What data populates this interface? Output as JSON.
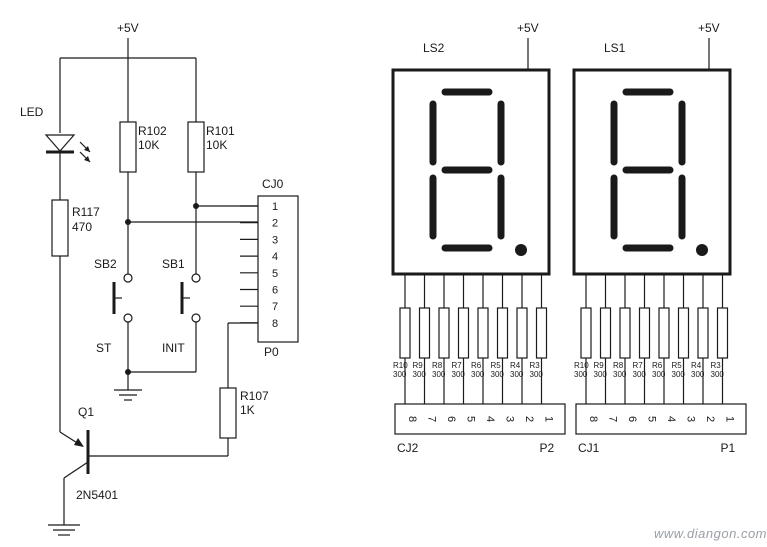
{
  "power": {
    "vcc_left": "+5V",
    "vcc_ls2": "+5V",
    "vcc_ls1": "+5V"
  },
  "left_circuit": {
    "led_label": "LED",
    "r102_name": "R102",
    "r102_value": "10K",
    "r101_name": "R101",
    "r101_value": "10K",
    "r117_name": "R117",
    "r117_value": "470",
    "r107_name": "R107",
    "r107_value": "1K",
    "sb2_label": "SB2",
    "sb2_func": "ST",
    "sb1_label": "SB1",
    "sb1_func": "INIT",
    "q1_label": "Q1",
    "q1_part": "2N5401",
    "cj0_label": "CJ0",
    "p0_label": "P0",
    "cj0_pins": [
      "1",
      "2",
      "3",
      "4",
      "5",
      "6",
      "7",
      "8"
    ]
  },
  "displays": [
    {
      "name": "LS2",
      "resistors": [
        {
          "name": "R10",
          "value": "300"
        },
        {
          "name": "R9",
          "value": "300"
        },
        {
          "name": "R8",
          "value": "300"
        },
        {
          "name": "R7",
          "value": "300"
        },
        {
          "name": "R6",
          "value": "300"
        },
        {
          "name": "R5",
          "value": "300"
        },
        {
          "name": "R4",
          "value": "300"
        },
        {
          "name": "R3",
          "value": "300"
        }
      ],
      "connector": "CJ2",
      "port": "P2",
      "pins": [
        "8",
        "7",
        "6",
        "5",
        "4",
        "3",
        "2",
        "1"
      ]
    },
    {
      "name": "LS1",
      "resistors": [
        {
          "name": "R10",
          "value": "300"
        },
        {
          "name": "R9",
          "value": "300"
        },
        {
          "name": "R8",
          "value": "300"
        },
        {
          "name": "R7",
          "value": "300"
        },
        {
          "name": "R6",
          "value": "300"
        },
        {
          "name": "R5",
          "value": "300"
        },
        {
          "name": "R4",
          "value": "300"
        },
        {
          "name": "R3",
          "value": "300"
        }
      ],
      "connector": "CJ1",
      "port": "P1",
      "pins": [
        "8",
        "7",
        "6",
        "5",
        "4",
        "3",
        "2",
        "1"
      ]
    }
  ],
  "watermark": "www.diangon.com"
}
